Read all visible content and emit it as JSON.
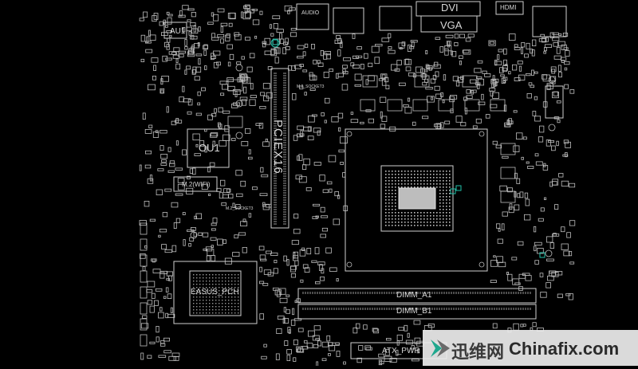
{
  "labels": {
    "au1": "AU1",
    "audio": "AUDIO",
    "dvi": "DVI",
    "hdmi": "HDMI",
    "vga": "VGA",
    "ou1": "OU1",
    "m2_wifi": "M.2(WIFI)",
    "pciex16": "PCIEX16",
    "m2_socket": "M.2_SOCKET3",
    "m2_socket_b": "M.2_SOCKET3",
    "pch": "EASUS_PCH",
    "dimm_a1": "DIMM_A1",
    "dimm_b1": "DIMM_B1",
    "atx_pwr": "ATX_PWR"
  },
  "watermark": {
    "chinese": "迅维网",
    "english": "Chinafix.com"
  },
  "colors": {
    "background": "#000000",
    "trace": "#bdbdbd",
    "accent_teal": "#22bfa8"
  }
}
